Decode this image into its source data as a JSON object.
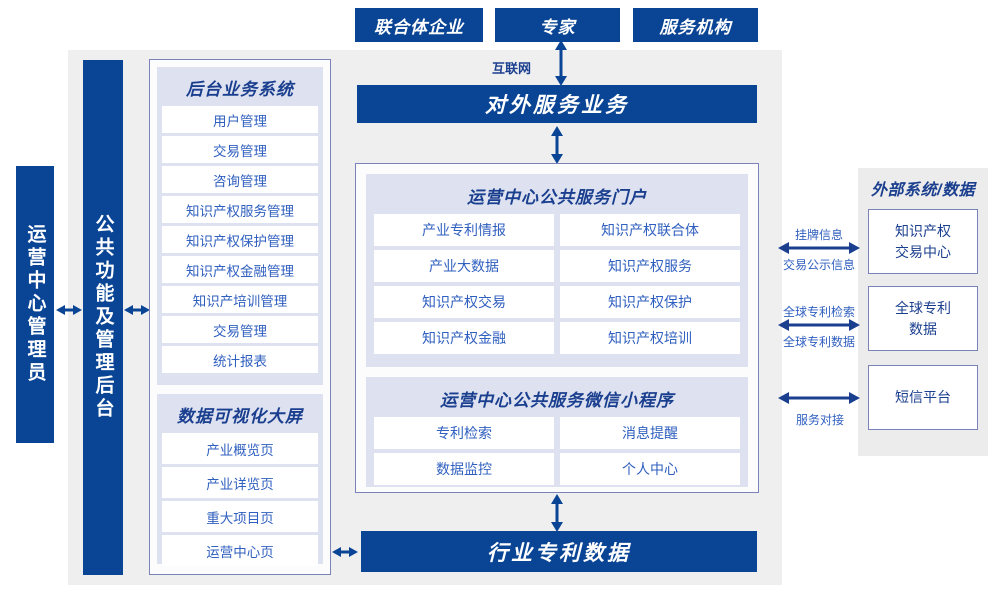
{
  "top_actors": [
    {
      "label": "联合体企业"
    },
    {
      "label": "专家"
    },
    {
      "label": "服务机构"
    }
  ],
  "network_link": {
    "label": "互联网"
  },
  "external_service_banner": {
    "label": "对外服务业务"
  },
  "industry_data_banner": {
    "label": "行业专利数据"
  },
  "left_pillars": {
    "admin": {
      "label": "运营中心管理员"
    },
    "common": {
      "label": "公共功能及管理后台"
    }
  },
  "backend_system": {
    "title": "后台业务系统",
    "items": [
      {
        "label": "用户管理"
      },
      {
        "label": "交易管理"
      },
      {
        "label": "咨询管理"
      },
      {
        "label": "知识产权服务管理"
      },
      {
        "label": "知识产权保护管理"
      },
      {
        "label": "知识产权金融管理"
      },
      {
        "label": "知识产培训管理"
      },
      {
        "label": "交易管理"
      },
      {
        "label": "统计报表"
      }
    ]
  },
  "visualization_screen": {
    "title": "数据可视化大屏",
    "items": [
      {
        "label": "产业概览页"
      },
      {
        "label": "产业详览页"
      },
      {
        "label": "重大项目页"
      },
      {
        "label": "运营中心页"
      }
    ]
  },
  "public_portal": {
    "title": "运营中心公共服务门户",
    "items": [
      {
        "label": "产业专利情报"
      },
      {
        "label": "知识产权联合体"
      },
      {
        "label": "产业大数据"
      },
      {
        "label": "知识产权服务"
      },
      {
        "label": "知识产权交易"
      },
      {
        "label": "知识产权保护"
      },
      {
        "label": "知识产权金融"
      },
      {
        "label": "知识产权培训"
      }
    ]
  },
  "miniprogram": {
    "title": "运营中心公共服务微信小程序",
    "items": [
      {
        "label": "专利检索"
      },
      {
        "label": "消息提醒"
      },
      {
        "label": "数据监控"
      },
      {
        "label": "个人中心"
      }
    ]
  },
  "external_panel": {
    "title": "外部系统/数据",
    "boxes": [
      {
        "label": "知识产权\n交易中心"
      },
      {
        "label": "全球专利\n数据"
      },
      {
        "label": "短信平台"
      }
    ],
    "connectors": [
      {
        "above": "挂牌信息",
        "below": "交易公示信息"
      },
      {
        "above": "全球专利检索",
        "below": "全球专利数据"
      },
      {
        "above": "",
        "below": "服务对接"
      }
    ]
  },
  "colors": {
    "primary_blue": "#0a4595",
    "group_lavender": "#dee2f0",
    "panel_border": "#7b82b8",
    "frame_grey": "#efeff0",
    "text_blue": "#2f5fbf",
    "title_blue": "#1b3f8f"
  }
}
